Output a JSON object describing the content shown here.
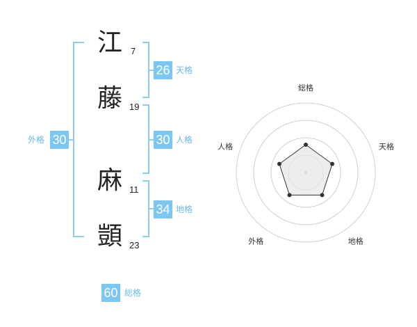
{
  "name_chars": [
    {
      "char": "江",
      "strokes": "7"
    },
    {
      "char": "藤",
      "strokes": "19"
    },
    {
      "char": "麻",
      "strokes": "11"
    },
    {
      "char": "顗",
      "strokes": "23"
    }
  ],
  "scores": {
    "tenkaku": {
      "label": "天格",
      "value": "26"
    },
    "jinkaku": {
      "label": "人格",
      "value": "30"
    },
    "chikaku": {
      "label": "地格",
      "value": "34"
    },
    "gaikaku": {
      "label": "外格",
      "value": "30"
    },
    "soukaku": {
      "label": "総格",
      "value": "60"
    }
  },
  "chart_data": {
    "type": "radar",
    "categories": [
      "総格",
      "天格",
      "地格",
      "外格",
      "人格"
    ],
    "values": [
      2,
      2,
      2,
      2,
      2
    ],
    "rmax": 5,
    "rings": 4,
    "colors": {
      "ring": "#d0d0d0",
      "fill": "#e6e6e6",
      "line": "#333333",
      "point": "#333333"
    }
  }
}
